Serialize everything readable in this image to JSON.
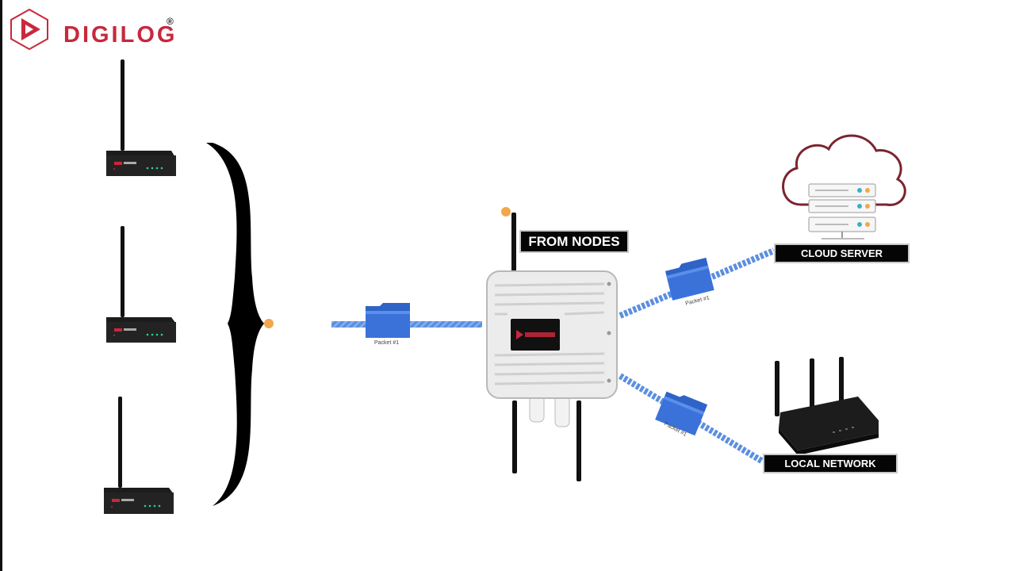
{
  "brand": {
    "name": "DIGILOG",
    "registered_mark": "®",
    "color": "#c8283c"
  },
  "labels": {
    "from_nodes": "FROM NODES",
    "cloud_server": "CLOUD SERVER",
    "local_network": "LOCAL NETWORK"
  },
  "packets": [
    {
      "label": "Packet #1"
    },
    {
      "label": "Packet #1"
    },
    {
      "label": "Packet #1"
    }
  ],
  "colors": {
    "link": "#4a7fd6",
    "packet": "#2f63c8",
    "signal_dot": "#f3a74b",
    "device_dark": "#1c1c1c",
    "gateway_body": "#ececec",
    "cloud_outline": "#7a2430",
    "status_led": "#2fd08a"
  },
  "icons": [
    "node-device-icon",
    "gateway-icon",
    "cloud-server-icon",
    "router-icon",
    "packet-folder-icon",
    "curly-brace-icon"
  ]
}
